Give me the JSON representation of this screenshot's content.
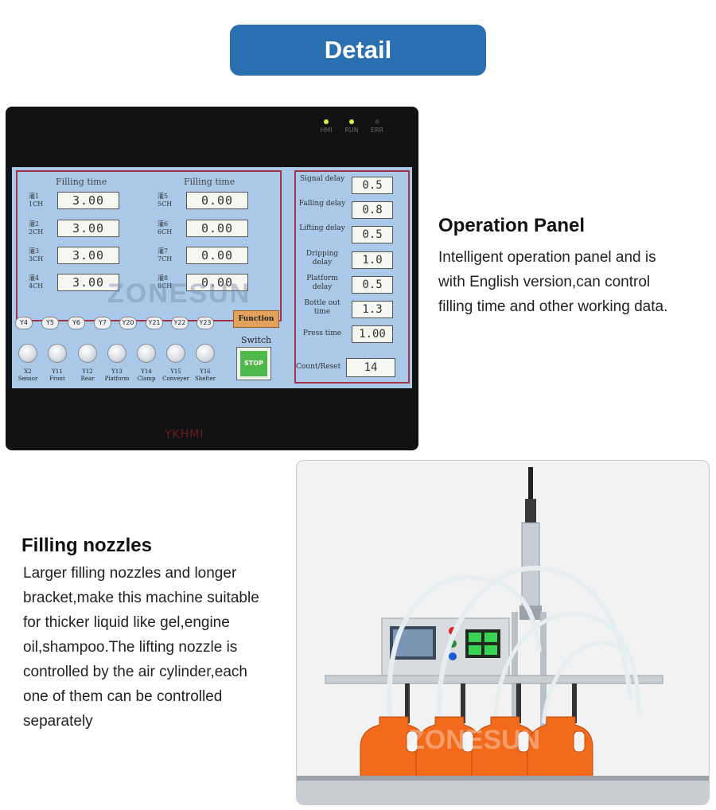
{
  "banner": {
    "title": "Detail"
  },
  "hmi": {
    "leds": [
      {
        "label": "HMI",
        "color": "#d8f04a"
      },
      {
        "label": "RUN",
        "color": "#d8f04a"
      },
      {
        "label": "ERR",
        "color": "#333333"
      }
    ],
    "filling_title_left": "Filling time",
    "filling_title_right": "Filling time",
    "channels_left": [
      {
        "name": "灌1",
        "ch": "1CH",
        "value": "3.00"
      },
      {
        "name": "灌2",
        "ch": "2CH",
        "value": "3.00"
      },
      {
        "name": "灌3",
        "ch": "3CH",
        "value": "3.00"
      },
      {
        "name": "灌4",
        "ch": "4CH",
        "value": "3.00"
      }
    ],
    "channels_right": [
      {
        "name": "灌5",
        "ch": "5CH",
        "value": "0.00"
      },
      {
        "name": "灌6",
        "ch": "6CH",
        "value": "0.00"
      },
      {
        "name": "灌7",
        "ch": "7CH",
        "value": "0.00"
      },
      {
        "name": "灌8",
        "ch": "8CH",
        "value": "0.00"
      }
    ],
    "settings": [
      {
        "label": "Signal delay",
        "value": "0.5"
      },
      {
        "label": "Falling delay",
        "value": "0.8"
      },
      {
        "label": "Lifting delay",
        "value": "0.5"
      },
      {
        "label": "Dripping delay",
        "value": "1.0"
      },
      {
        "label": "Platform delay",
        "value": "0.5"
      },
      {
        "label": "Bottle out time",
        "value": "1.3"
      },
      {
        "label": "Press time",
        "value": "1.00"
      }
    ],
    "count_label": "Count/Reset",
    "count_value": "14",
    "outputs": [
      "Y4",
      "Y5",
      "Y6",
      "Y7",
      "Y20",
      "Y21",
      "Y22",
      "Y23"
    ],
    "inputs": [
      {
        "code": "X2",
        "name": "Sensor"
      },
      {
        "code": "Y11",
        "name": "Front"
      },
      {
        "code": "Y12",
        "name": "Rear"
      },
      {
        "code": "Y13",
        "name": "Platform"
      },
      {
        "code": "Y14",
        "name": "Clamp"
      },
      {
        "code": "Y15",
        "name": "Conveyer"
      },
      {
        "code": "Y16",
        "name": "Shelter"
      }
    ],
    "function_label": "Function",
    "switch_label": "Switch",
    "stop_label": "STOP",
    "watermark": "ZONESUN",
    "brand": "YKHMI"
  },
  "operation_panel": {
    "heading": "Operation Panel",
    "lines": [
      "Intelligent operation panel and is",
      "with English version,can control",
      "filling time and other working data."
    ]
  },
  "filling_nozzles": {
    "heading": "Filling nozzles",
    "lines": [
      "Larger filling nozzles and longer",
      "bracket,make this machine suitable",
      "for thicker liquid like gel,engine",
      "oil,shampoo.The lifting nozzle is",
      "controlled by the air cylinder,each",
      "one of them can be controlled",
      "separately"
    ]
  },
  "photo": {
    "watermark": "ZONESUN"
  }
}
